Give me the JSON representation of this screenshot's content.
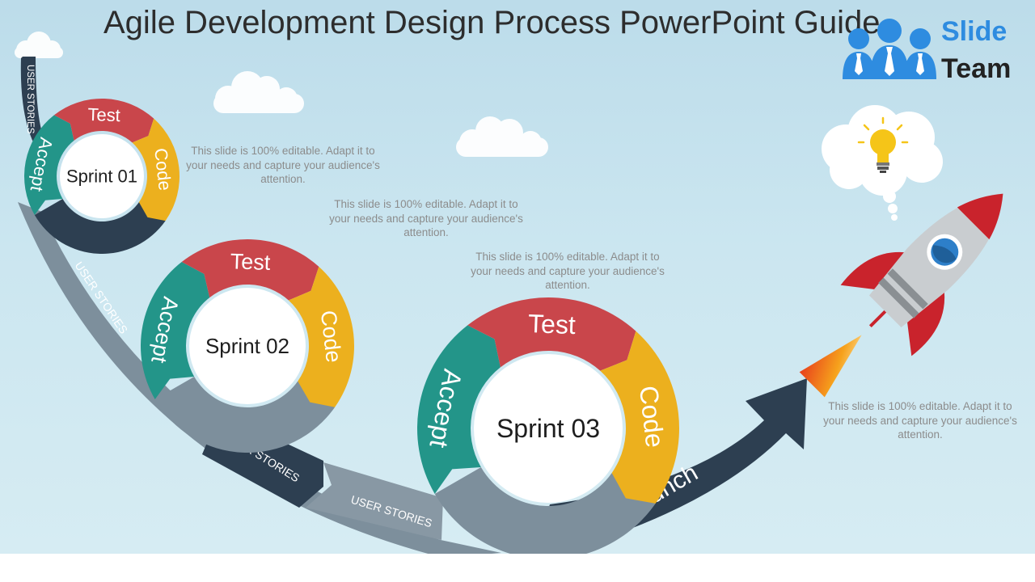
{
  "title": "Agile Development Design Process PowerPoint Guide",
  "brand": {
    "word1": "Slide",
    "word2": "Team"
  },
  "path_labels": [
    "USER STORIES",
    "USER STORIES",
    "USER STORIES",
    "USER STORIES"
  ],
  "launch_label": "Launch",
  "sprints": [
    {
      "name": "Sprint 01",
      "test": "Test",
      "code": "Code",
      "accept": "Accept"
    },
    {
      "name": "Sprint 02",
      "test": "Test",
      "code": "Code",
      "accept": "Accept"
    },
    {
      "name": "Sprint 03",
      "test": "Test",
      "code": "Code",
      "accept": "Accept"
    }
  ],
  "notes": [
    "This slide is 100% editable. Adapt it to your needs and capture your audience's attention.",
    "This slide is 100% editable. Adapt it to your needs and capture your audience's attention.",
    "This slide is 100% editable. Adapt it to your needs and capture your audience's attention.",
    "This slide is 100% editable. Adapt it to your needs and capture your audience's attention."
  ],
  "colors": {
    "test": "#c9464b",
    "code": "#ecb01e",
    "accept": "#239589",
    "path_dark": "#2d3f51",
    "path_grey": "#7d8f9c"
  },
  "icons": [
    "cloud-icon",
    "lightbulb-icon",
    "rocket-icon",
    "people-icon"
  ]
}
